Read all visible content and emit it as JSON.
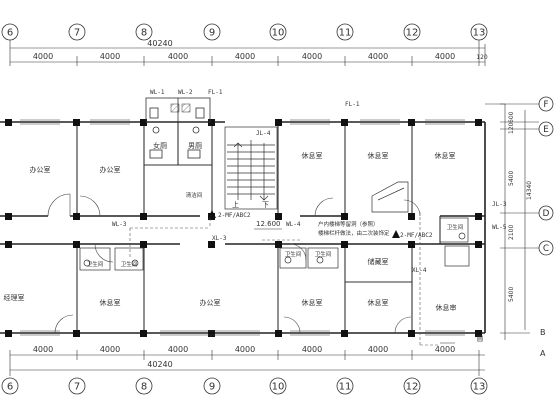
{
  "grid": {
    "columns": [
      "6",
      "7",
      "8",
      "9",
      "10",
      "11",
      "12",
      "13"
    ],
    "rows": [
      "F",
      "E",
      "D",
      "C"
    ],
    "spacing": "4000",
    "total": "40240",
    "last_span": "120",
    "side_overall": "14340",
    "side_spans": [
      "600",
      "120",
      "5400",
      "2100",
      "5400"
    ]
  },
  "rooms": {
    "office": "办公室",
    "lounge": "休息室",
    "womens_wc": "女厕",
    "mens_wc": "男厕",
    "bathroom": "卫生间",
    "storage": "储藏室",
    "manager_office_partial": "经理室",
    "clean_room": "清洁间",
    "lounge_right_variant": "休息审"
  },
  "stair": {
    "up": "上",
    "down": "下",
    "elevation": "12.600",
    "note_1": "户内楼梯等留洞（参照）",
    "note_2": "楼梯栏杆做法，由二次装饰定"
  },
  "equipment": {
    "extinguisher_1": "2-MF/ABC2",
    "extinguisher_2": "2-MF/ABC2"
  },
  "pipes": {
    "fl1": "FL-1",
    "fl1_b": "FL-1",
    "wl1": "WL-1",
    "wl2": "WL-2",
    "wl3": "WL-3",
    "wl4": "WL-4",
    "wl5": "WL-5",
    "jl3": "JL-3",
    "jl4": "JL-4",
    "xl3": "XL-3",
    "xl4": "XL-4"
  },
  "edge": {
    "corner_mark": "圆",
    "right_b": "B",
    "right_a": "A"
  }
}
